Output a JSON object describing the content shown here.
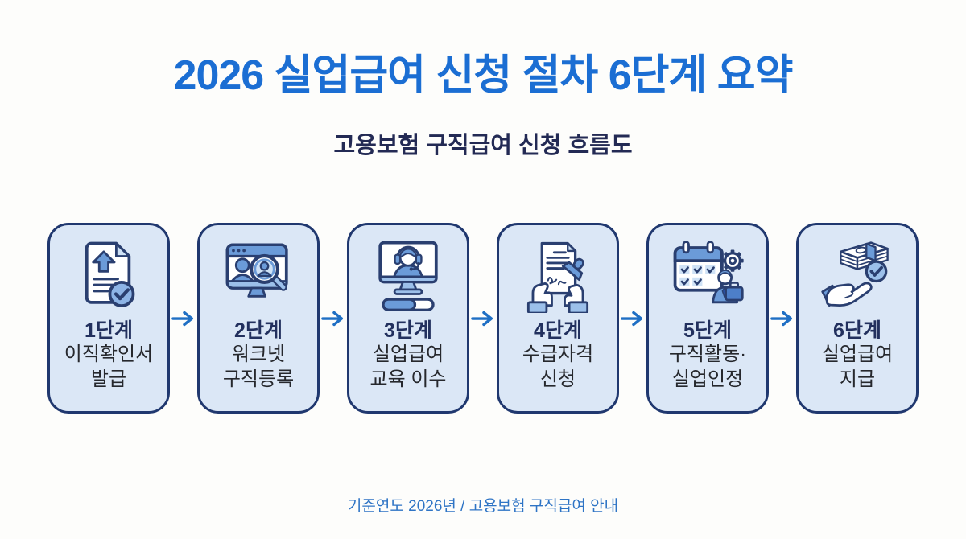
{
  "page": {
    "background": "#fdfdfb",
    "title": "2026 실업급여 신청 절차 6단계 요약",
    "subtitle": "고용보험 구직급여 신청 흐름도",
    "footer": "기준연도 2026년 / 고용보험 구직급여 안내"
  },
  "colors": {
    "title_blue": "#1b6ed3",
    "subtitle_navy": "#232a54",
    "card_background": "#dbe7f6",
    "card_border": "#20386f",
    "step_label_navy": "#22305e",
    "body_text": "#26282d",
    "arrow_blue": "#1f6fc4",
    "footer_blue": "#2e74c5",
    "icon_outline_navy": "#2a3f70",
    "icon_blue_medium": "#6b9bd8",
    "icon_blue_light": "#9cc0ea",
    "icon_blue_pale": "#cfe2f6"
  },
  "steps": [
    {
      "label": "1단계",
      "line1": "이직확인서",
      "line2": "발급",
      "icon": "document-upload-check-icon"
    },
    {
      "label": "2단계",
      "line1": "워크넷",
      "line2": "구직등록",
      "icon": "monitor-job-search-icon"
    },
    {
      "label": "3단계",
      "line1": "실업급여",
      "line2": "교육 이수",
      "icon": "online-education-monitor-icon"
    },
    {
      "label": "4단계",
      "line1": "수급자격",
      "line2": "신청",
      "icon": "application-stamp-hands-icon"
    },
    {
      "label": "5단계",
      "line1": "구직활동·",
      "line2": "실업인정",
      "icon": "calendar-checklist-worker-icon"
    },
    {
      "label": "6단계",
      "line1": "실업급여",
      "line2": "지급",
      "icon": "cash-in-hand-check-icon"
    }
  ]
}
